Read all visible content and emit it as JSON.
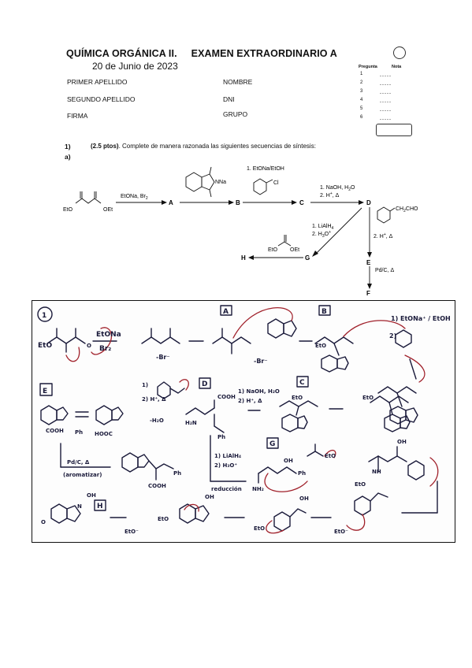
{
  "header": {
    "course": "QUÍMICA ORGÁNICA II.",
    "exam": "EXAMEN EXTRAORDINARIO A",
    "date": "20 de Junio de 2023"
  },
  "fields": {
    "first_surname": "PRIMER APELLIDO",
    "name": "NOMBRE",
    "second_surname": "SEGUNDO APELLIDO",
    "dni": "DNI",
    "signature": "FIRMA",
    "group": "GRUPO"
  },
  "grades": {
    "question_label": "Pregunta",
    "grade_label": "Nota",
    "rows": [
      "1",
      "2",
      "3",
      "4",
      "5",
      "6"
    ],
    "dashes": "-----"
  },
  "question": {
    "number": "1)",
    "points": "(2.5 ptos)",
    "statement": ". Complete de manera razonada las siguientes secuencias de síntesis:",
    "part": "a)"
  },
  "scheme": {
    "reagent_1": "EtONa, Br",
    "reagent_1_sub": "2",
    "nk": "NNa",
    "reagent_3": "1. EtONa/EtOH",
    "cl": "Cl",
    "reagent_4a": "1. NaOH, H",
    "reagent_4a_sub": "2",
    "reagent_4a_end": "O",
    "reagent_4b": "2. H",
    "reagent_4b_sup": "+",
    "reagent_4b_end": ", Δ",
    "ch2cho": "CH",
    "ch2cho_sub": "2",
    "ch2cho_end": "CHO",
    "reagent_5": "2. H",
    "reagent_5_sup": "+",
    "reagent_5_end": ", Δ",
    "reagent_6": "Pd/C, Δ",
    "reagent_7a": "1. LiAlH",
    "reagent_7a_sub": "4",
    "reagent_7b": "2. H",
    "reagent_7b_sub": "3",
    "reagent_7b_end": "O",
    "reagent_7b_sup": "+",
    "eto": "EtO",
    "oet": "OEt",
    "labels": [
      "A",
      "B",
      "C",
      "D",
      "E",
      "F",
      "G",
      "H"
    ]
  },
  "handwritten": {
    "item": "1",
    "eto_na": "EtONa",
    "br2": "Br₂",
    "box_a": "A",
    "box_b": "B",
    "box_c": "C",
    "box_d": "D",
    "box_e": "E",
    "box_g": "G",
    "box_h": "H",
    "r1": "1) EtONa⁺ / EtOH",
    "r2": "2)",
    "naoh": "1) NaOH, H₂O",
    "hd": "2) H⁺, Δ",
    "c1": "1)",
    "c2": "2) H⁺, Δ",
    "h2o": "-H₂O",
    "cooh": "COOH",
    "hooc": "HOOC",
    "ph": "Ph",
    "h2n": "H₂N",
    "pdc": "Pd/C, Δ",
    "arom": "(aromatizar)",
    "lialh4": "1) LiAlH₄",
    "h3o": "2) H₃O⁺",
    "reduccion": "reducción",
    "nh2": "NH₂",
    "oh": "OH",
    "nh": "NH",
    "eto": "EtO",
    "eto_minus": "EtO⁻",
    "br_minus": "-Br⁻",
    "o": "O",
    "n": "N"
  }
}
